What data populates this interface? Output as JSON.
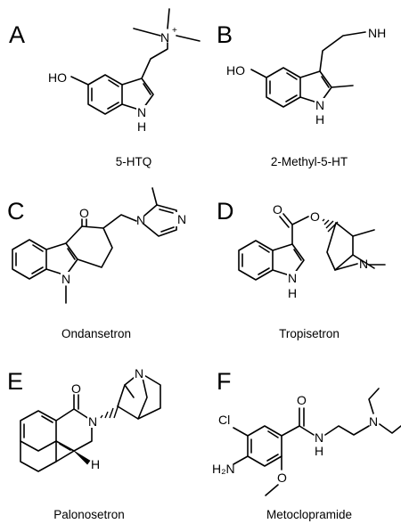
{
  "panels": [
    {
      "letter": "A",
      "name": "5-HTQ"
    },
    {
      "letter": "B",
      "name": "2-Methyl-5-HT"
    },
    {
      "letter": "C",
      "name": "Ondansetron"
    },
    {
      "letter": "D",
      "name": "Tropisetron"
    },
    {
      "letter": "E",
      "name": "Palonosetron"
    },
    {
      "letter": "F",
      "name": "Metoclopramide"
    }
  ],
  "atoms": {
    "a_ho": "HO",
    "a_nh": "N",
    "a_h": "H",
    "a_nplus": "N",
    "a_plus": "+",
    "b_ho": "HO",
    "b_nh": "N",
    "b_h": "H",
    "b_nh2": "NH",
    "c_o": "O",
    "c_n9": "N",
    "c_nim1": "N",
    "c_nim3": "N",
    "d_o1": "O",
    "d_o2": "O",
    "d_nh": "N",
    "d_h": "H",
    "d_n": "N",
    "e_o": "O",
    "e_n": "N",
    "e_nq": "N",
    "e_h": "H",
    "f_cl": "Cl",
    "f_o": "O",
    "f_h2n": "H₂N",
    "f_nh": "N",
    "f_h": "H",
    "f_n": "N",
    "f_o2": "O"
  }
}
